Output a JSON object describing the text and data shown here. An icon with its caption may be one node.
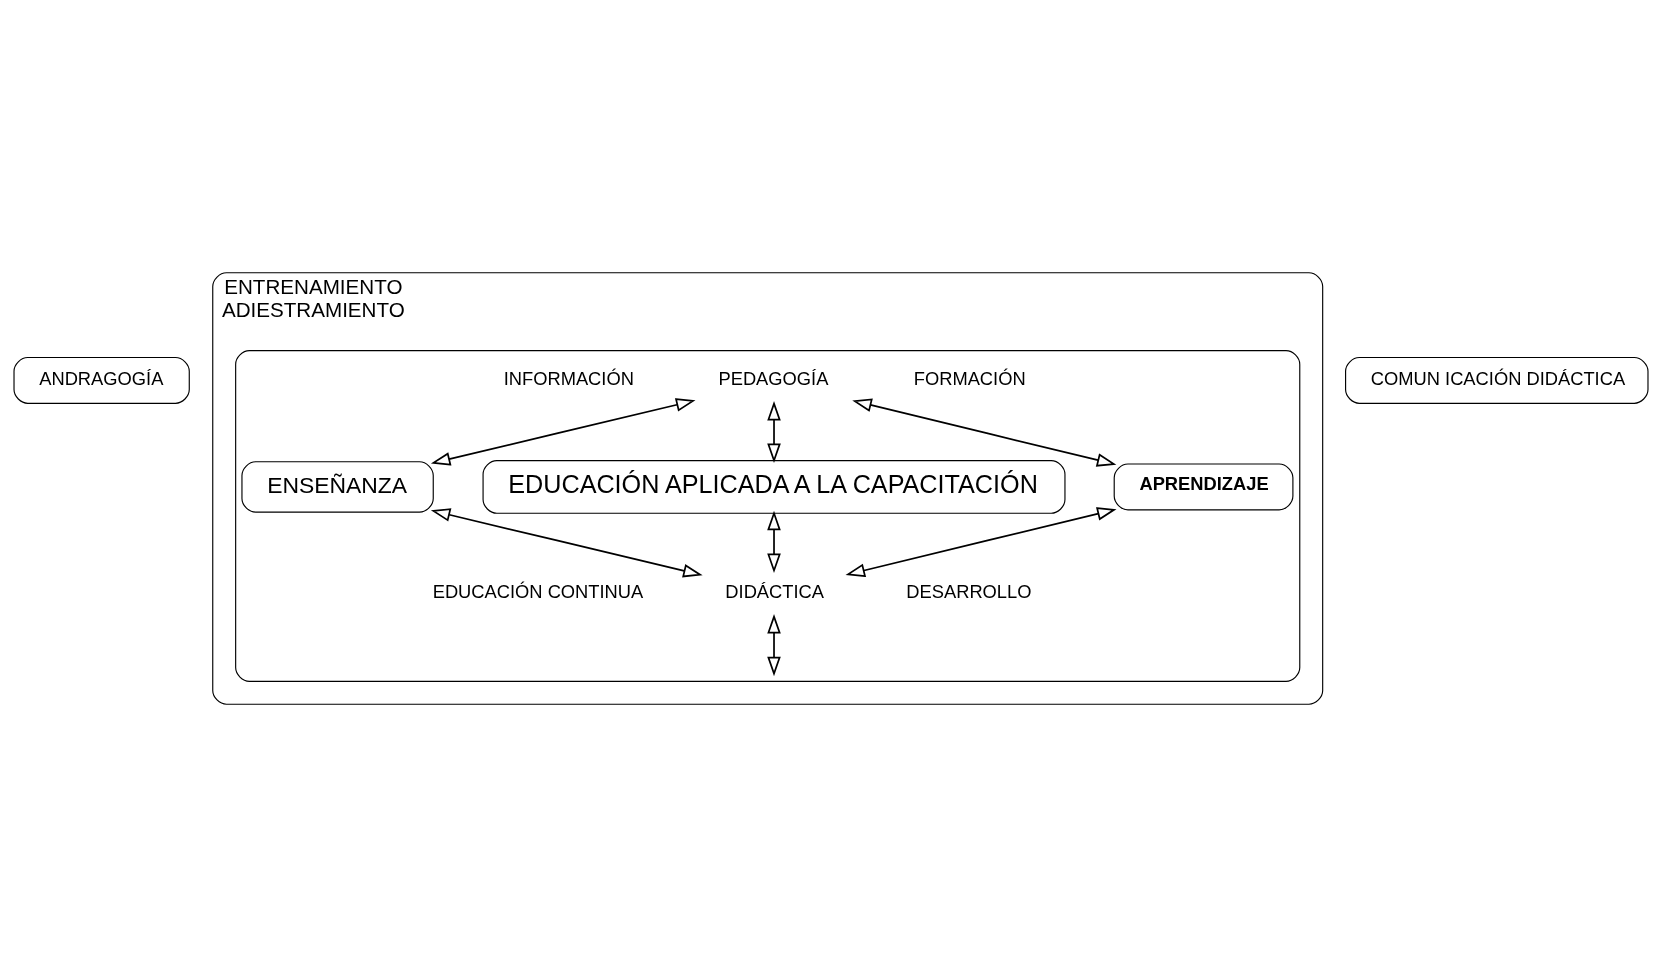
{
  "diagram": {
    "nodes": [
      {
        "text": [
          "ENTRENAMIENTO",
          "ADIESTRAMIENTO"
        ]
      },
      {
        "text": [],
        "shape": "box",
        "in": 0
      },
      {
        "text": [
          "ANDRAGOGÍA"
        ]
      },
      {
        "text": [
          "COMUN ICACIÓN DIDÁCTICA"
        ]
      },
      {
        "text": [
          "PEDAGOGÍA"
        ],
        "in": 1
      },
      {
        "text": [
          "ENSEÑANZA"
        ],
        "in": 1
      },
      {
        "text": [
          "EDUCACIÓN APLICADA A LA CAPACITACIÓN"
        ],
        "in": 1
      },
      {
        "text": [
          "APRENDIZAJE"
        ],
        "in": 1
      },
      {
        "text": [
          "DIDÁCTICA"
        ],
        "in": 1
      }
    ],
    "edges": [
      {
        "from": 4,
        "to": 5,
        "arrow": "both"
      },
      {
        "from": 4,
        "to": 6,
        "arrow": "both"
      },
      {
        "from": 4,
        "to": 7,
        "arrow": "both"
      },
      {
        "from": 5,
        "to": 8,
        "arrow": "both"
      },
      {
        "from": 6,
        "to": 8,
        "arrow": "both"
      },
      {
        "from": 7,
        "to": 8,
        "arrow": "both"
      },
      {
        "from": 8,
        "to": 1,
        "arrow": "both"
      }
    ],
    "labels": [
      "INFORMACIÓN",
      "FORMACIÓN",
      "EDUCACIÓN CONTINUA",
      "DESARROLLO"
    ]
  }
}
